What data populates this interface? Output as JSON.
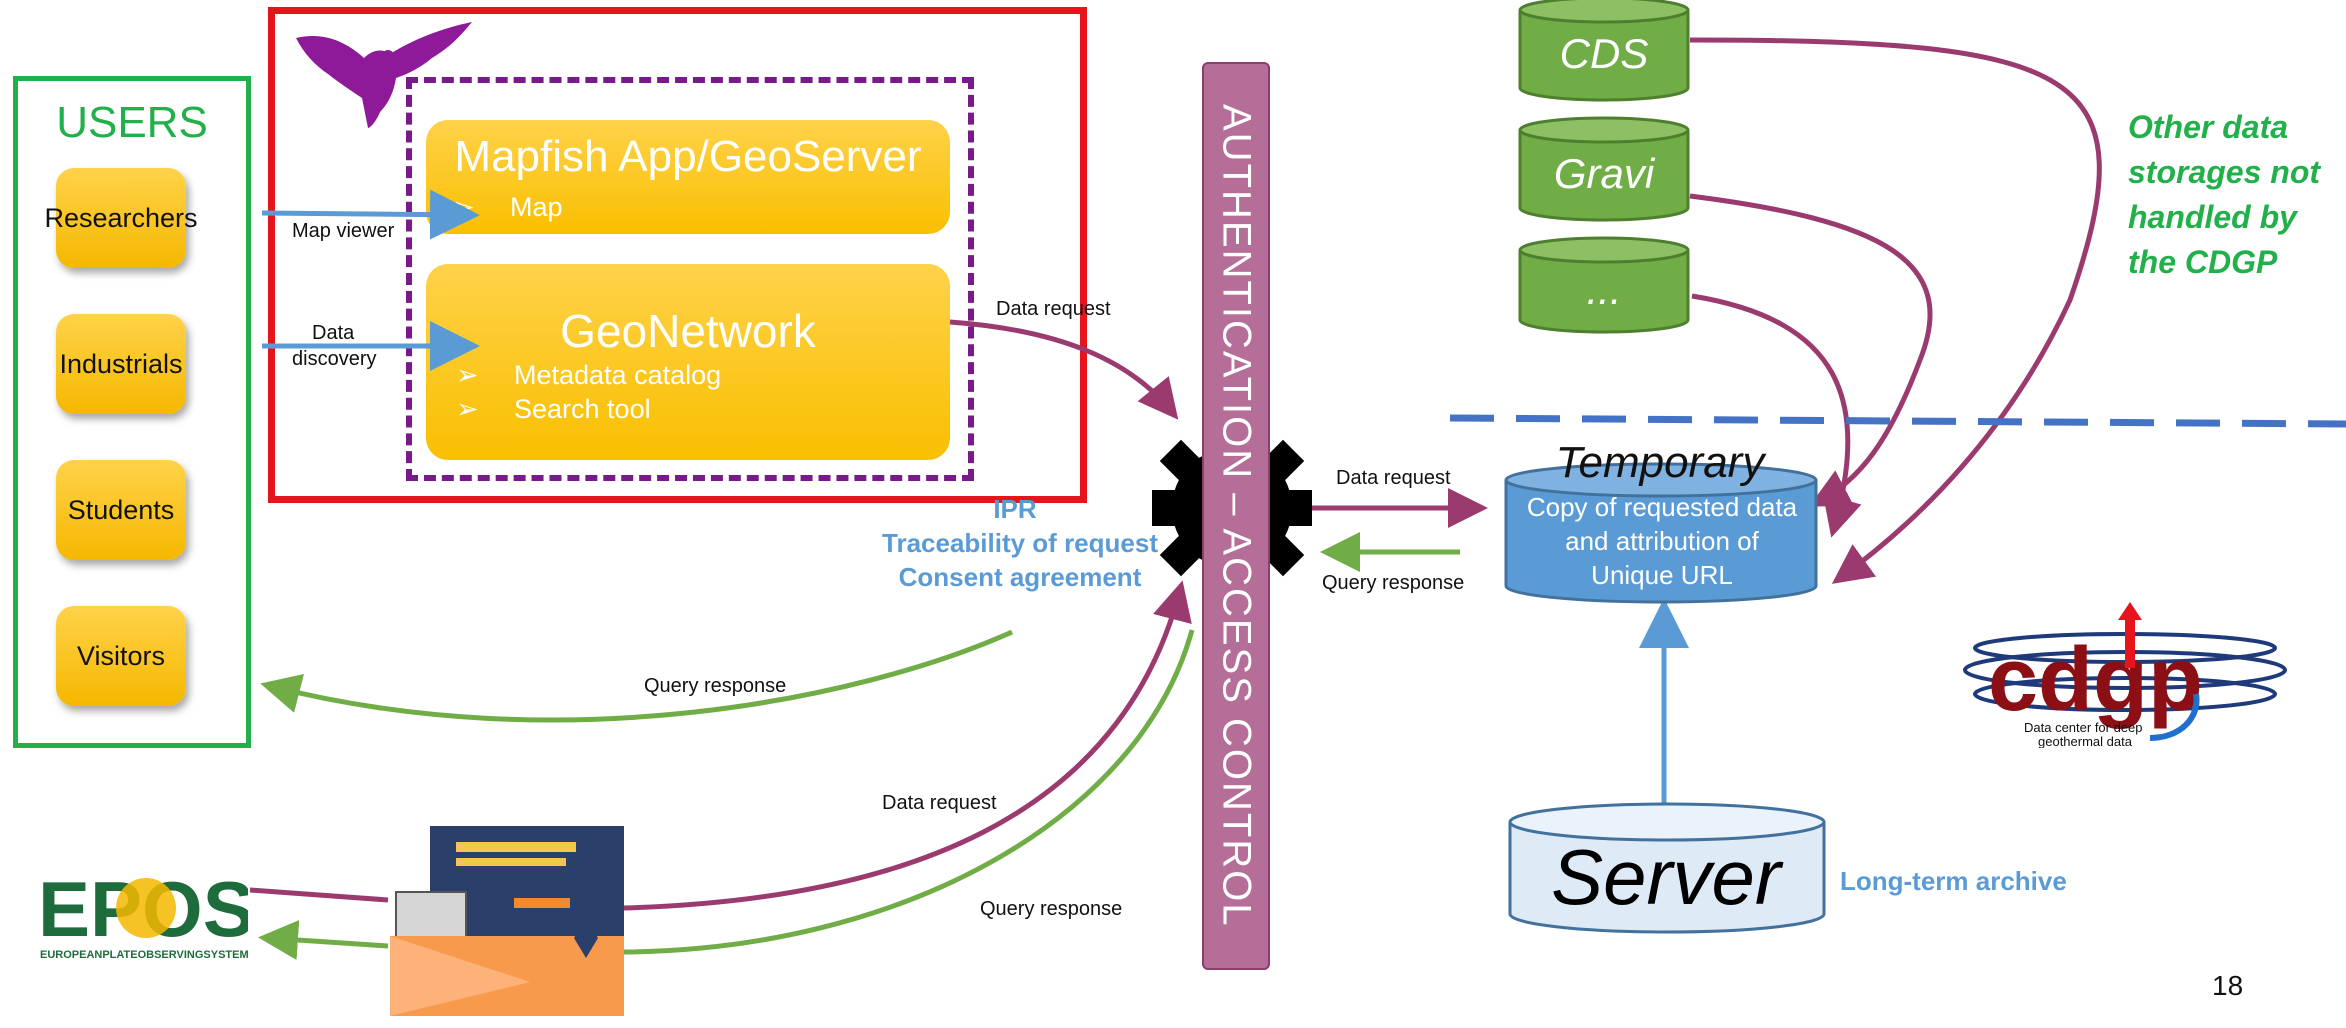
{
  "users": {
    "title": "USERS",
    "items": [
      "Researchers",
      "Industrials",
      "Students",
      "Visitors"
    ]
  },
  "mapfish": {
    "title": "Mapfish App/GeoServer",
    "bullets": [
      "Map"
    ]
  },
  "geonetwork": {
    "title": "GeoNetwork",
    "bullets": [
      "Metadata catalog",
      "Search tool"
    ]
  },
  "bullet_glyph": "➢",
  "labels": {
    "map_viewer": "Map viewer",
    "data_discovery_1": "Data",
    "data_discovery_2": "discovery",
    "data_request": "Data request",
    "query_response": "Query response"
  },
  "ipr": {
    "line1": "IPR",
    "line2": "Traceability of request",
    "line3": "Consent agreement"
  },
  "auth": {
    "text": "AUTHENTICATION – ACCESS CONTROL"
  },
  "storages": {
    "cds": "CDS",
    "gravi": "Gravi",
    "more": "...",
    "other_note": [
      "Other data",
      "storages not",
      "handled by",
      "the CDGP"
    ]
  },
  "temporary": {
    "title": "Temporary",
    "body": [
      "Copy of requested data",
      "and attribution of",
      "Unique URL"
    ]
  },
  "server": {
    "title": "Server",
    "note": "Long-term archive"
  },
  "epos": {
    "logo_text": "EPOS",
    "subtitle": "EUROPEANPLATEOBSERVINGSYSTEM"
  },
  "cdgp": {
    "logo_text": "cdgp",
    "caption_1": "Data center for deep",
    "caption_2": "geothermal data"
  },
  "page_number": "18",
  "colors": {
    "green": "#21b04a",
    "red": "#e8141c",
    "purple": "#7a1a8a",
    "yellow": "#f9bf00",
    "blue": "#5b9bd5",
    "arrow_purple": "#9b3a6e",
    "arrow_green": "#70ad47",
    "auth_bar": "#b56e97",
    "dashed_blue": "#4472c4",
    "storage_green": "#70ad47"
  }
}
